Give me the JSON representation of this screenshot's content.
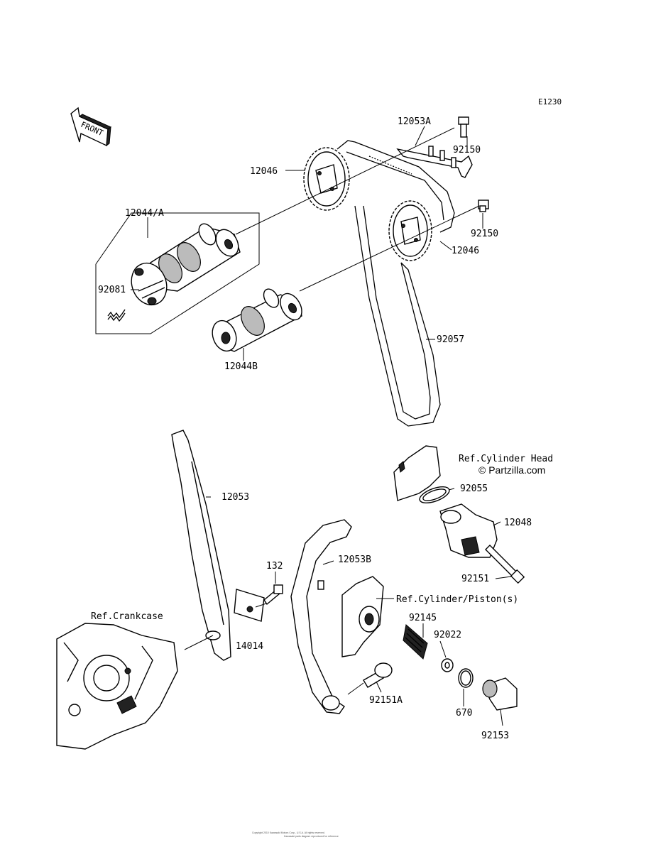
{
  "figure": {
    "code": "E1230",
    "front_label": "FRONT",
    "watermark": "© Partzilla.com",
    "copyright_line1": "Copyright 2010 Kawasaki Motors Corp., U.S.A. All rights reserved.",
    "copyright_line2": "Kawasaki parts diagram reproduced for reference"
  },
  "callouts": [
    {
      "id": "c-12053a",
      "text": "12053A"
    },
    {
      "id": "c-92150a",
      "text": "92150"
    },
    {
      "id": "c-12046a",
      "text": "12046"
    },
    {
      "id": "c-12044a",
      "text": "12044/A"
    },
    {
      "id": "c-92150b",
      "text": "92150"
    },
    {
      "id": "c-12046b",
      "text": "12046"
    },
    {
      "id": "c-92081",
      "text": "92081"
    },
    {
      "id": "c-92057",
      "text": "92057"
    },
    {
      "id": "c-12044b",
      "text": "12044B"
    },
    {
      "id": "c-ref-head",
      "text": "Ref.Cylinder Head"
    },
    {
      "id": "c-92055",
      "text": "92055"
    },
    {
      "id": "c-12053",
      "text": "12053"
    },
    {
      "id": "c-12048",
      "text": "12048"
    },
    {
      "id": "c-132",
      "text": "132"
    },
    {
      "id": "c-12053b",
      "text": "12053B"
    },
    {
      "id": "c-92151",
      "text": "92151"
    },
    {
      "id": "c-ref-piston",
      "text": "Ref.Cylinder/Piston(s)"
    },
    {
      "id": "c-ref-crankcase",
      "text": "Ref.Crankcase"
    },
    {
      "id": "c-92145",
      "text": "92145"
    },
    {
      "id": "c-92022",
      "text": "92022"
    },
    {
      "id": "c-14014",
      "text": "14014"
    },
    {
      "id": "c-92151a",
      "text": "92151A"
    },
    {
      "id": "c-670",
      "text": "670"
    },
    {
      "id": "c-92153",
      "text": "92153"
    }
  ]
}
